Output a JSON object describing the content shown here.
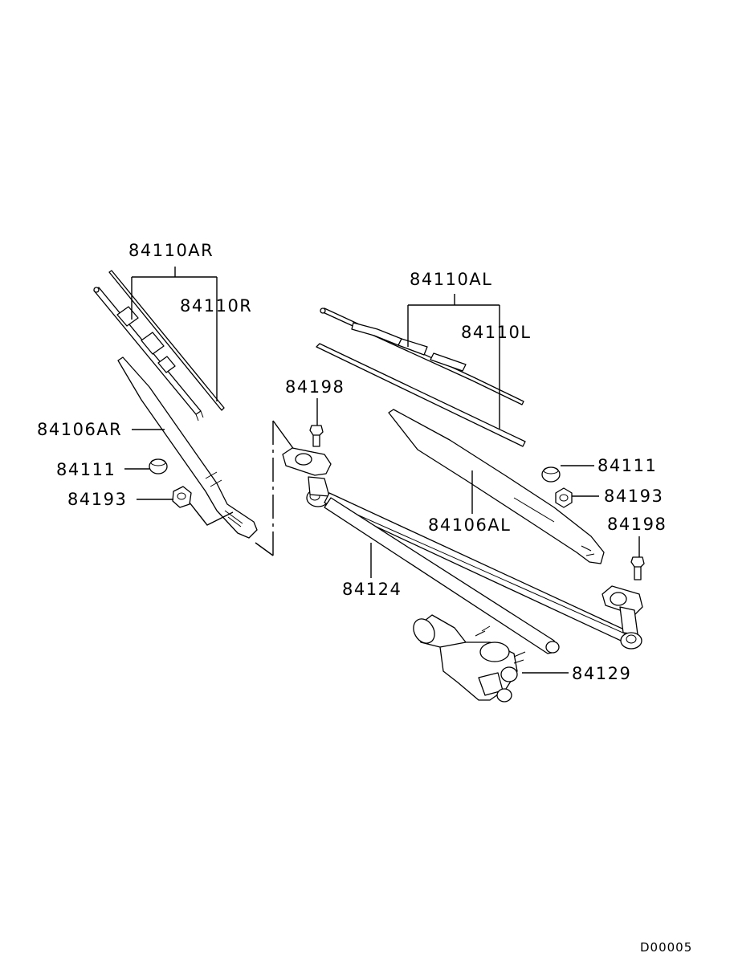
{
  "labels": {
    "blade_r_assy": "84110AR",
    "blade_r": "84110R",
    "arm_r": "84106AR",
    "cap_r": "84111",
    "nut_r": "84193",
    "bolt_center": "84198",
    "blade_l_assy": "84110AL",
    "blade_l": "84110L",
    "arm_l": "84106AL",
    "cap_l": "84111",
    "nut_l": "84193",
    "bolt_right": "84198",
    "linkage": "84124",
    "motor": "84129"
  },
  "diagram_code": "D00005"
}
